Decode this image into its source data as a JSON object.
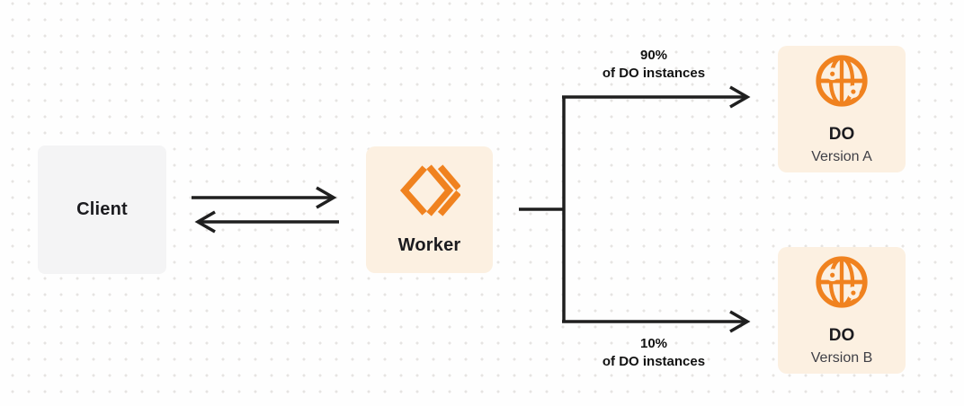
{
  "diagram": {
    "nodes": {
      "client": {
        "label": "Client"
      },
      "worker": {
        "label": "Worker",
        "icon": "cloudflare-workers-icon"
      },
      "do_a": {
        "title": "DO",
        "subtitle": "Version A",
        "icon": "globe-icon"
      },
      "do_b": {
        "title": "DO",
        "subtitle": "Version B",
        "icon": "globe-icon"
      }
    },
    "edges": {
      "client_worker": {
        "type": "request-response",
        "arrows": "bidirectional"
      },
      "worker_split": {
        "type": "branch",
        "from": "worker",
        "to": [
          "do_a",
          "do_b"
        ]
      }
    },
    "branches": {
      "top": {
        "percent": "90%",
        "caption": "of DO instances",
        "target": "do_a"
      },
      "bottom": {
        "percent": "10%",
        "caption": "of DO instances",
        "target": "do_b"
      }
    }
  },
  "colors": {
    "accent_orange": "#F0821F",
    "node_cream_bg": "#FCF0E1",
    "client_bg": "#F4F4F5",
    "arrow_color": "#1F1F1F",
    "text_dark": "#1B1B1F",
    "text_gray": "#3F3F46",
    "dot_grid": "#E6E4E2",
    "canvas_bg": "#FEFEFE"
  }
}
